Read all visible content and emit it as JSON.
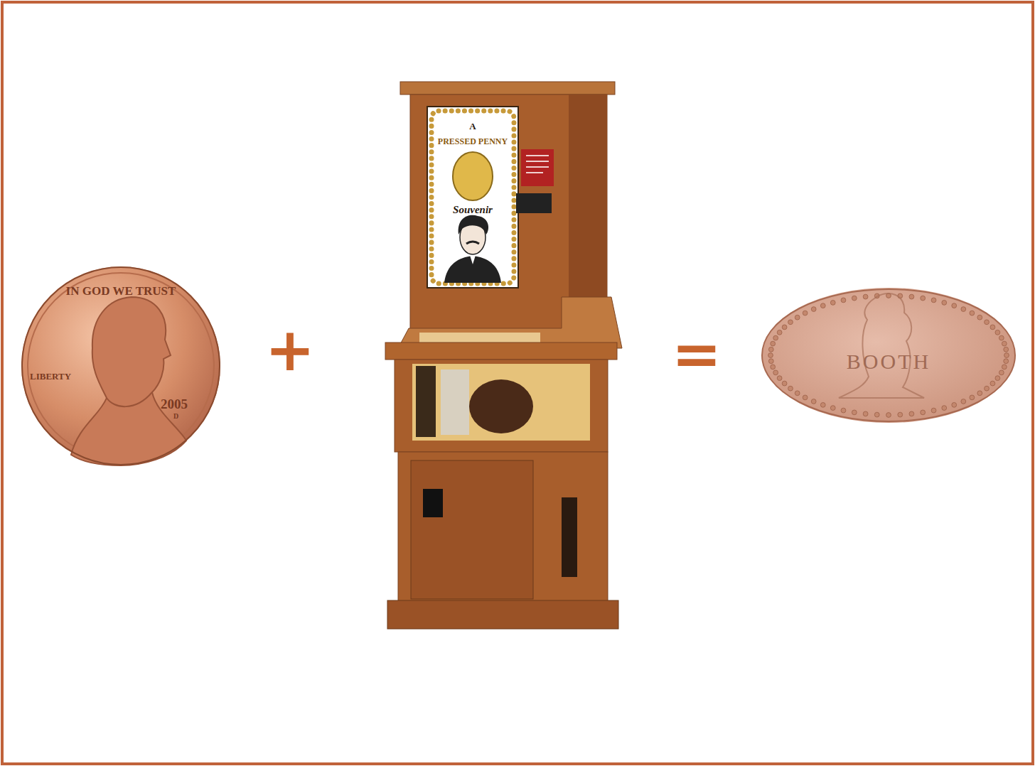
{
  "diagram": {
    "nodes": [
      {
        "text": [
          "IN GOD WE TRUST",
          "LIBERTY",
          "2005",
          "D"
        ]
      },
      {
        "text": [
          "A",
          "PRESSED PENNY",
          "Souvenir"
        ]
      },
      {
        "text": [
          "BOOTH"
        ]
      }
    ],
    "labels": [
      "+",
      "="
    ]
  }
}
